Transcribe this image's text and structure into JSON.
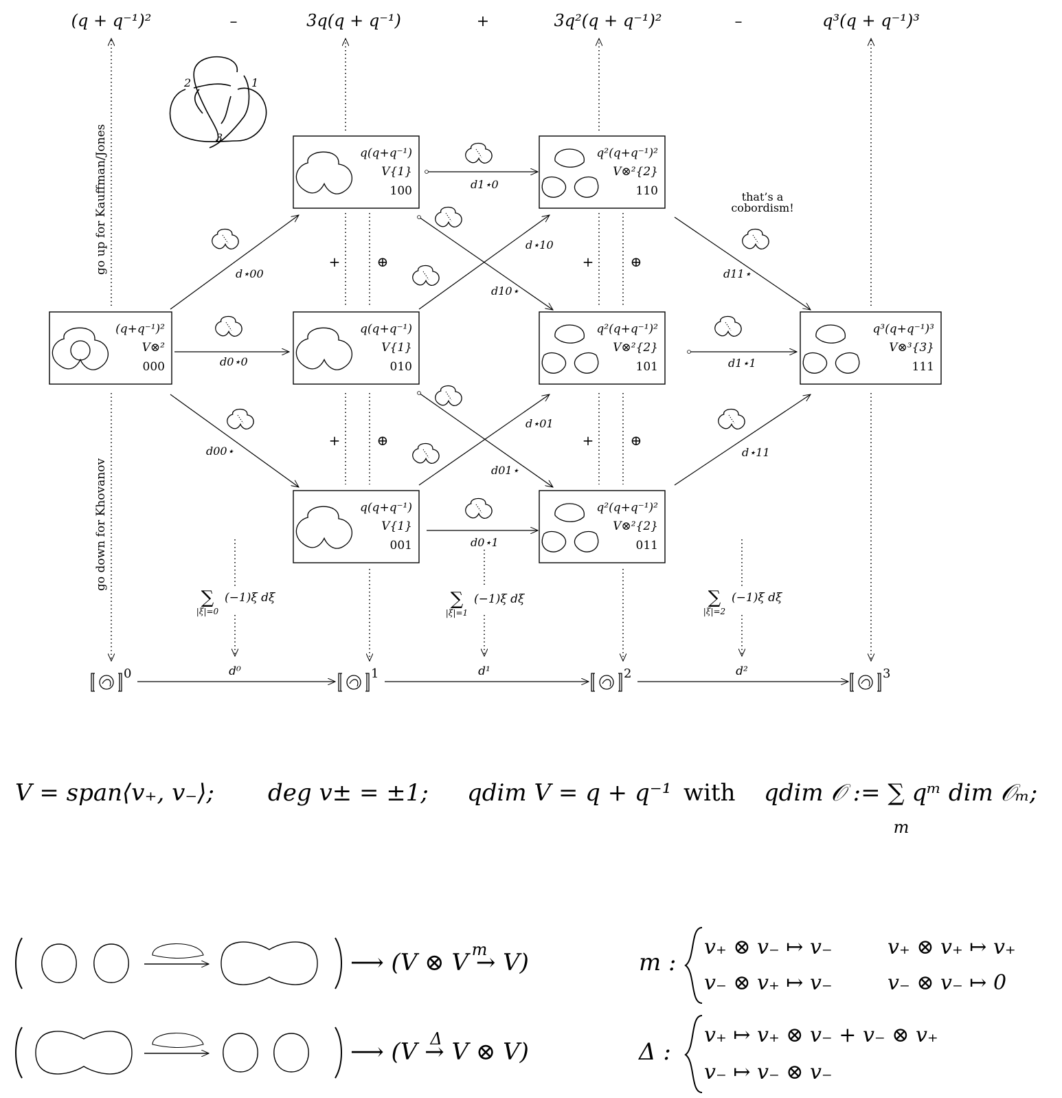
{
  "top_row": {
    "terms": [
      "(q + q⁻¹)²",
      "3q(q + q⁻¹)",
      "3q²(q + q⁻¹)²",
      "q³(q + q⁻¹)³"
    ],
    "signs": [
      "–",
      "+",
      "–"
    ]
  },
  "side_labels": {
    "up": "go up for Kauffman/Jones",
    "down": "go down for Khovanov"
  },
  "trefoil_labels": [
    "1",
    "2",
    "3"
  ],
  "states": [
    {
      "id": "000",
      "poly": "(q+q⁻¹)²",
      "space": "V⊗²",
      "code": "000"
    },
    {
      "id": "100",
      "poly": "q(q+q⁻¹)",
      "space": "V{1}",
      "code": "100"
    },
    {
      "id": "010",
      "poly": "q(q+q⁻¹)",
      "space": "V{1}",
      "code": "010"
    },
    {
      "id": "001",
      "poly": "q(q+q⁻¹)",
      "space": "V{1}",
      "code": "001"
    },
    {
      "id": "110",
      "poly": "q²(q+q⁻¹)²",
      "space": "V⊗²{2}",
      "code": "110"
    },
    {
      "id": "101",
      "poly": "q²(q+q⁻¹)²",
      "space": "V⊗²{2}",
      "code": "101"
    },
    {
      "id": "011",
      "poly": "q²(q+q⁻¹)²",
      "space": "V⊗²{2}",
      "code": "011"
    },
    {
      "id": "111",
      "poly": "q³(q+q⁻¹)³",
      "space": "V⊗³{3}",
      "code": "111"
    }
  ],
  "edges": [
    {
      "from": "000",
      "to": "100",
      "label": "d⋆00"
    },
    {
      "from": "000",
      "to": "010",
      "label": "d0⋆0"
    },
    {
      "from": "000",
      "to": "001",
      "label": "d00⋆"
    },
    {
      "from": "100",
      "to": "110",
      "label": "d1⋆0"
    },
    {
      "from": "100",
      "to": "101",
      "label": "d10⋆"
    },
    {
      "from": "010",
      "to": "110",
      "label": "d⋆10"
    },
    {
      "from": "010",
      "to": "011",
      "label": "d01⋆"
    },
    {
      "from": "001",
      "to": "101",
      "label": "d⋆01"
    },
    {
      "from": "001",
      "to": "011",
      "label": "d0⋆1"
    },
    {
      "from": "110",
      "to": "111",
      "label": "d11⋆"
    },
    {
      "from": "101",
      "to": "111",
      "label": "d1⋆1"
    },
    {
      "from": "011",
      "to": "111",
      "label": "d⋆11"
    }
  ],
  "column_ops": {
    "plus": "+",
    "oplus": "⊕"
  },
  "annotation": [
    "that’s a",
    "cobordism!"
  ],
  "sums": [
    {
      "index": "|ξ|=0",
      "body": "(−1)ξ dξ"
    },
    {
      "index": "|ξ|=1",
      "body": "(−1)ξ dξ"
    },
    {
      "index": "|ξ|=2",
      "body": "(−1)ξ dξ"
    }
  ],
  "chain": {
    "superscripts": [
      "0",
      "1",
      "2",
      "3"
    ],
    "maps": [
      "d⁰",
      "d¹",
      "d²"
    ]
  },
  "definition": {
    "v_span": "V = span⟨v₊, v₋⟩;",
    "deg": "deg v± = ±1;",
    "qdim": "qdim V = q + q⁻¹",
    "with": "with",
    "qdim_def": "qdim 𝒪 := ∑ qᵐ dim 𝒪ₘ;",
    "sum_index": "m"
  },
  "tqft": {
    "merge_result": "⟶ (V ⊗ V → V)",
    "merge_map_label": "m",
    "split_result": "⟶ (V → V ⊗ V)",
    "split_map_label": "Δ",
    "m_name": "m :",
    "m_rules": [
      "v₊ ⊗ v₋ ↦ v₋",
      "v₊ ⊗ v₊ ↦ v₊",
      "v₋ ⊗ v₊ ↦ v₋",
      "v₋ ⊗ v₋ ↦ 0"
    ],
    "delta_name": "Δ :",
    "delta_rules": [
      "v₊ ↦ v₊ ⊗ v₋ + v₋ ⊗ v₊",
      "v₋ ↦ v₋ ⊗ v₋"
    ]
  }
}
